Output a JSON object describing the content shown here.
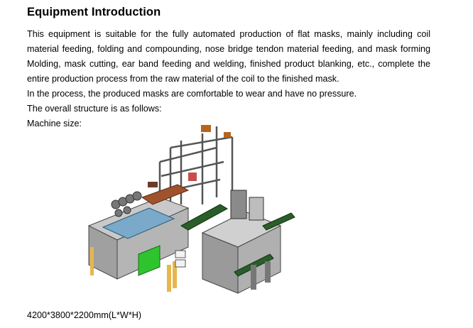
{
  "heading": "Equipment Introduction",
  "paragraph1": "This equipment is suitable for the fully automated production of flat masks, mainly including coil material feeding, folding and compounding, nose bridge tendon material feeding, and mask forming Molding, mask cutting, ear band feeding and welding, finished product blanking, etc., complete the entire production process from the raw material of the coil to the finished mask.",
  "line2": "In the process, the produced masks are comfortable to wear and have no pressure.",
  "line3": "The overall structure is as follows:",
  "line4": "Machine size:",
  "figure": {
    "icon": "machine-illustration",
    "colors": {
      "frame": "#5a5a5a",
      "conveyor": "#2a5d2a",
      "panel": "#2ec42e",
      "base": "#e8b64a",
      "blue": "#7aa9c9",
      "brown": "#a0522d"
    }
  },
  "caption": "4200*3800*2200mm(L*W*H)"
}
